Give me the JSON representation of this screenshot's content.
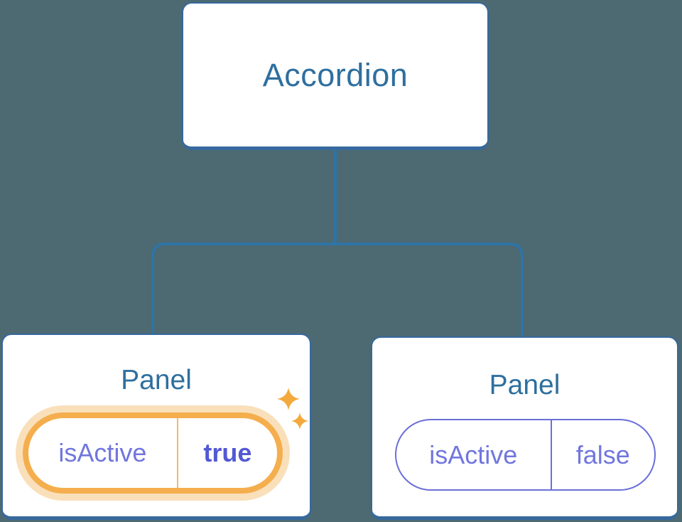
{
  "diagram": {
    "title_hint": "component tree with shared state",
    "background_color": "#4D6972",
    "root_node": {
      "label": "Accordion"
    },
    "panels": [
      {
        "label": "Panel",
        "prop_name": "isActive",
        "prop_value": "true",
        "active": true
      },
      {
        "label": "Panel",
        "prop_name": "isActive",
        "prop_value": "false",
        "active": false
      }
    ]
  },
  "colors": {
    "node_border_blue": "#36699D",
    "connector_blue": "#2E74A6",
    "node_text_blue": "#2E6F9F",
    "state_text_purple": "#7176DE",
    "state_value_active_purple": "#5358D4",
    "active_pill_border_orange": "#F5AE4D",
    "active_pill_glow": "#F9E0BA",
    "inactive_pill_border_purple": "#6A6FD8",
    "sparkle_orange": "#F4A93D"
  }
}
